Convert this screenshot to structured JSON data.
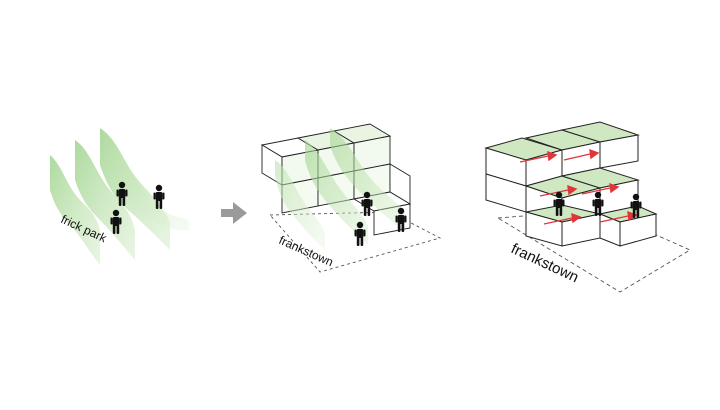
{
  "diagram": {
    "panels": [
      {
        "id": "park",
        "label": "frick park"
      },
      {
        "id": "overlay",
        "label": "frankstown"
      },
      {
        "id": "result",
        "label": "frankstown"
      }
    ],
    "arrow_icon": "arrow-right-icon",
    "person_icon": "person-icon"
  },
  "colors": {
    "green_light": "#cfe8c2",
    "green_mid": "#a8d596",
    "green_dark": "#8ccc7c",
    "outline": "#222222",
    "arrow": "#9a9a9a",
    "red_arrow": "#e0353a",
    "dashed": "#555555",
    "person": "#111111"
  }
}
